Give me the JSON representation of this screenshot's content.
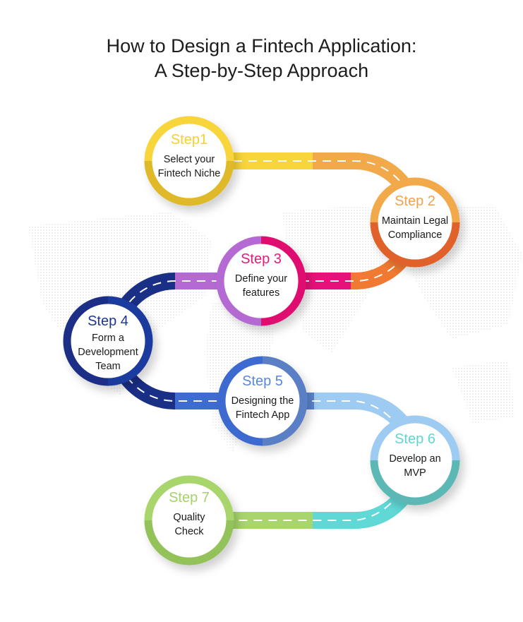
{
  "title_line1": "How to Design a Fintech Application:",
  "title_line2": "A Step-by-Step Approach",
  "steps": [
    {
      "label": "Step1",
      "desc": "Select your Fintech Niche",
      "color": "#f6cf33"
    },
    {
      "label": "Step 2",
      "desc": "Maintain Legal Compliance",
      "color": "#f3a24a"
    },
    {
      "label": "Step 3",
      "desc": "Define your features",
      "color": "#e8187c"
    },
    {
      "label": "Step 4",
      "desc": "Form a Development Team",
      "color": "#1e3592"
    },
    {
      "label": "Step 5",
      "desc": "Designing the Fintech App",
      "color": "#5a86dc"
    },
    {
      "label": "Step 6",
      "desc": "Develop an MVP",
      "color": "#5fd6d3"
    },
    {
      "label": "Step 7",
      "desc": "Quality Check",
      "color": "#a6d26a"
    }
  ]
}
